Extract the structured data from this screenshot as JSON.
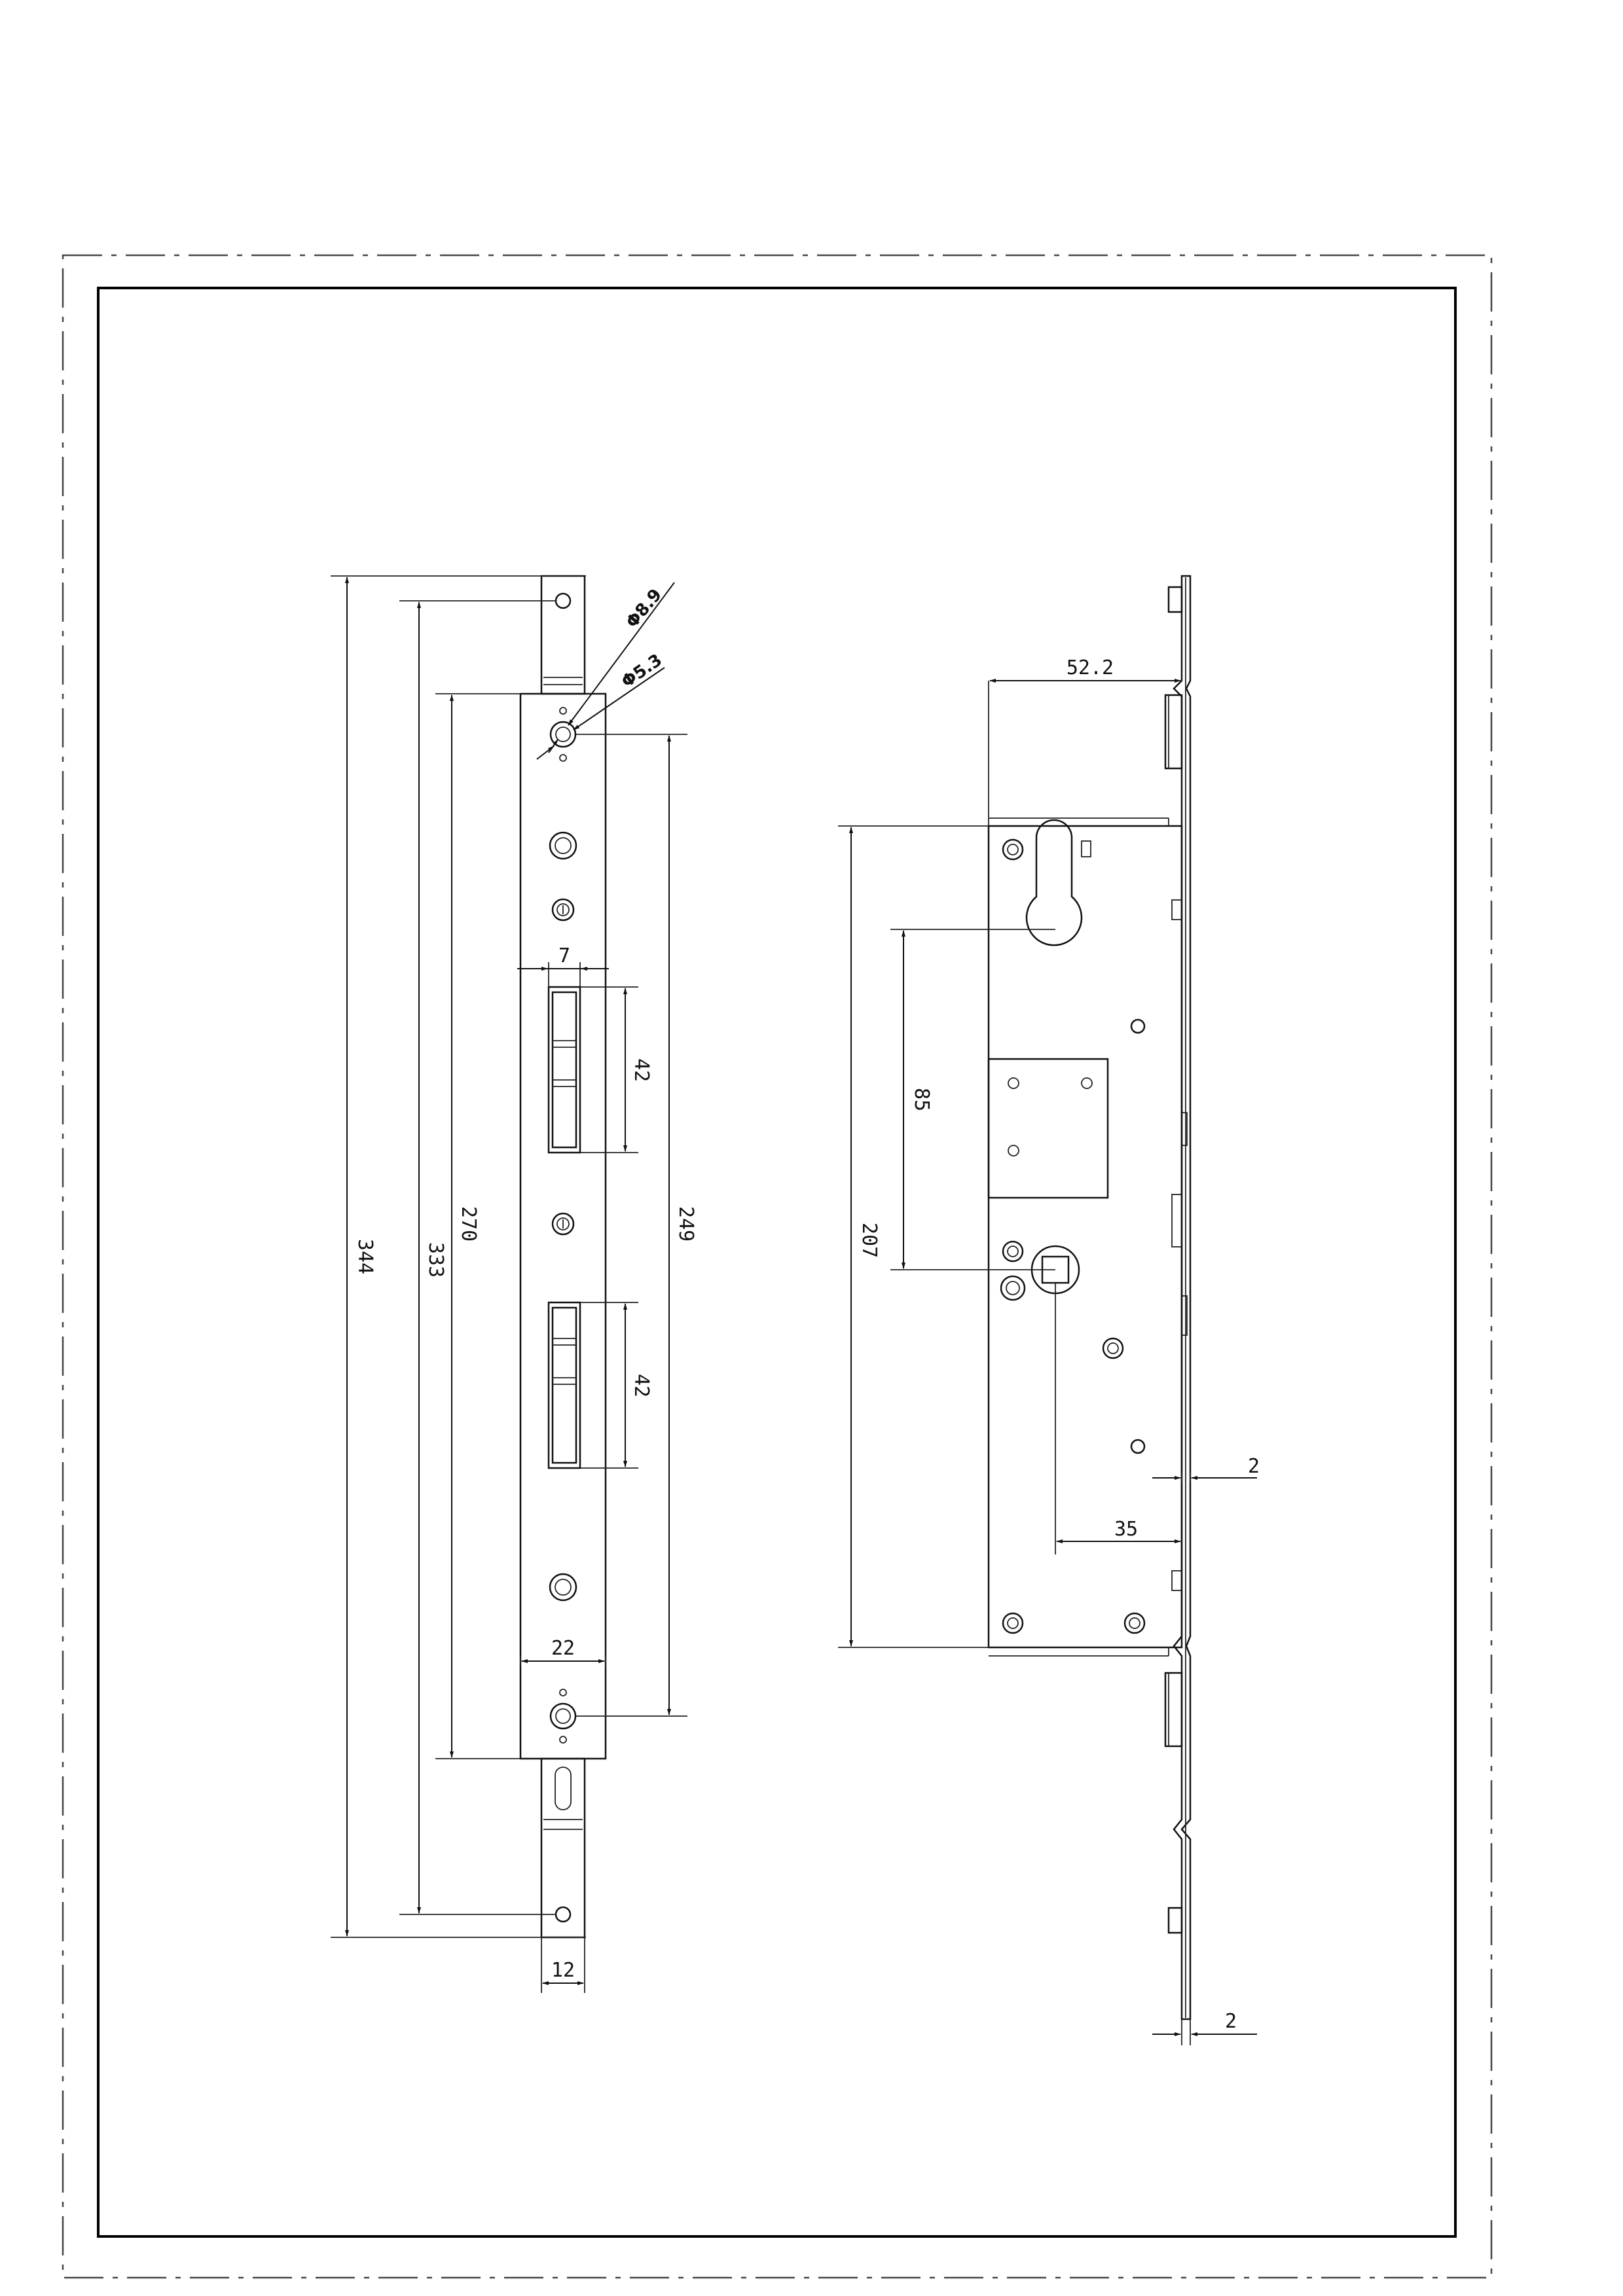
{
  "front_view": {
    "dimensions": {
      "total_length": "344",
      "pin_to_pin": "333",
      "faceplate_length": "270",
      "screw_to_screw": "249",
      "bolt_offset": "7",
      "upper_bolt_height": "42",
      "lower_bolt_height": "42",
      "faceplate_width": "22",
      "strip_width": "12",
      "hole_dia_large": "Φ8.9",
      "hole_dia_small": "Φ5.3"
    }
  },
  "side_view": {
    "dimensions": {
      "backset": "52.2",
      "case_height": "207",
      "cylinder_to_spindle": "85",
      "spindle_to_faceplate": "35",
      "faceplate_thickness": "2",
      "strip_thickness": "2"
    }
  }
}
